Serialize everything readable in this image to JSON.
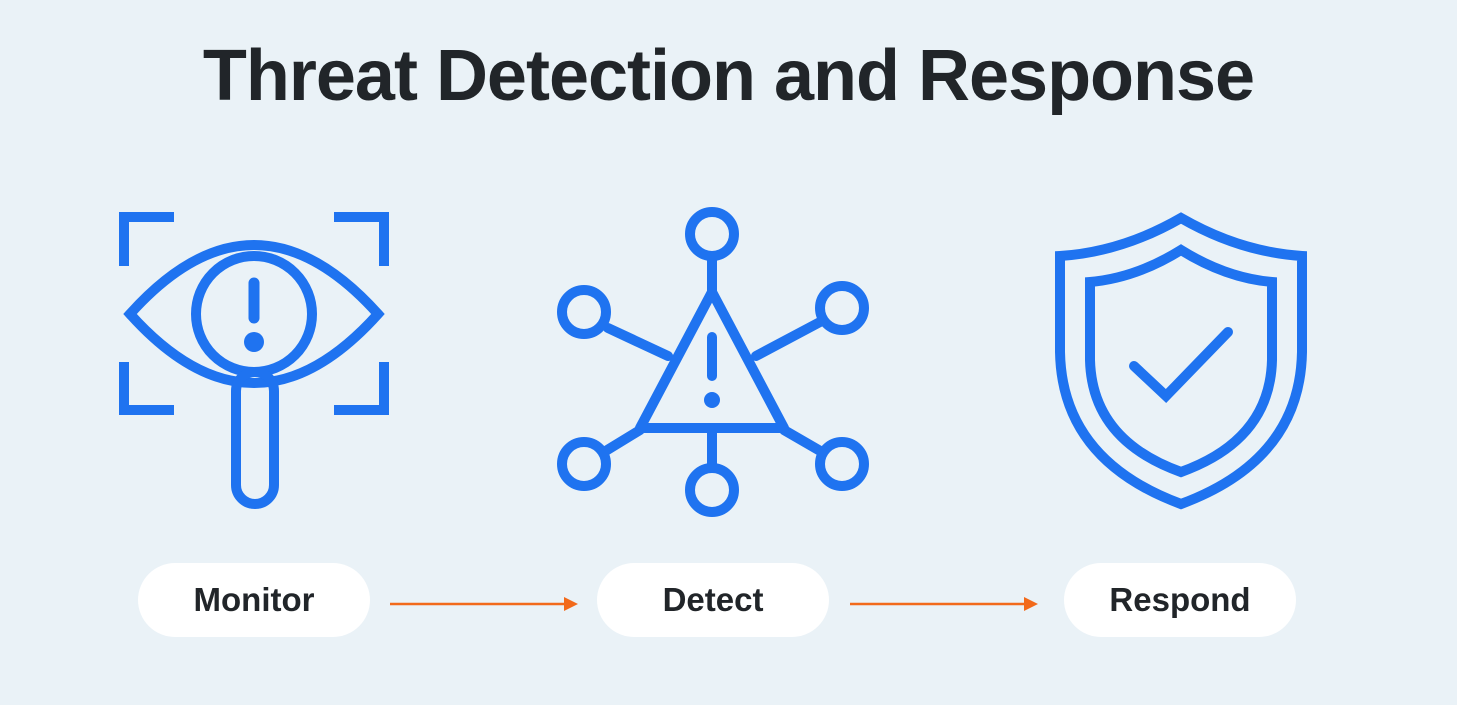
{
  "title": "Threat Detection and Response",
  "colors": {
    "background": "#eaf2f7",
    "icon_stroke": "#1f73f0",
    "arrow": "#f26a1b",
    "pill_bg": "#ffffff",
    "text": "#212529"
  },
  "steps": [
    {
      "label": "Monitor",
      "icon": "eye-magnifier-alert-icon"
    },
    {
      "label": "Detect",
      "icon": "network-warning-triangle-icon"
    },
    {
      "label": "Respond",
      "icon": "shield-check-icon"
    }
  ],
  "connectors": [
    {
      "from": "Monitor",
      "to": "Detect"
    },
    {
      "from": "Detect",
      "to": "Respond"
    }
  ]
}
